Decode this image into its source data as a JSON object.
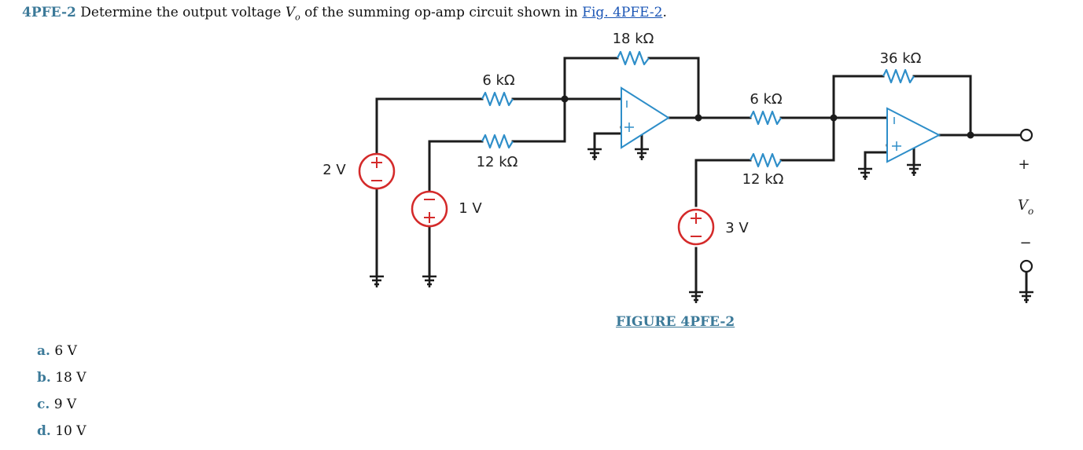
{
  "question": {
    "id": "4PFE-2",
    "text_before": "Determine the output voltage",
    "var": "V",
    "sub": "o",
    "text_after": "of the summing op-amp circuit shown in",
    "link": "Fig. 4PFE-2",
    "end": "."
  },
  "figure": {
    "caption": "FIGURE 4PFE-2",
    "labels": {
      "r18": "18 kΩ",
      "r36": "36 kΩ",
      "r6a": "6 kΩ",
      "r6b": "6 kΩ",
      "r12a": "12 kΩ",
      "r12b": "12 kΩ",
      "v2": "2 V",
      "v1": "1 V",
      "v3": "3 V",
      "plus": "+",
      "minus": "−",
      "vo_var": "V",
      "vo_sub": "o"
    },
    "colors": {
      "wire": "#1c1c1c",
      "source": "#d42a2a",
      "opamp": "#2e8ec9"
    }
  },
  "choices": [
    {
      "letter": "a.",
      "value": "6 V"
    },
    {
      "letter": "b.",
      "value": "18 V"
    },
    {
      "letter": "c.",
      "value": "9 V"
    },
    {
      "letter": "d.",
      "value": "10 V"
    }
  ]
}
